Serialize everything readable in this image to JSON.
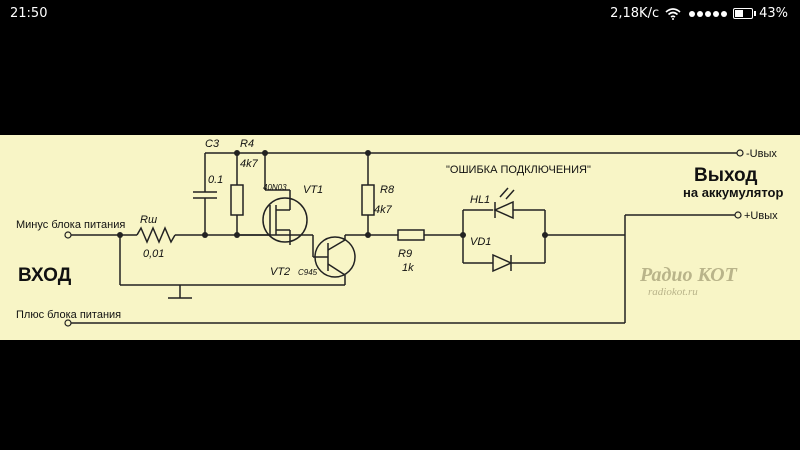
{
  "status_bar": {
    "time": "21:50",
    "speed": "2,18K/c",
    "battery": "43%",
    "battery_level": 0.43,
    "icons": [
      "wifi-icon",
      "signal-dots-icon",
      "battery-icon"
    ]
  },
  "diagram": {
    "labels": {
      "c3": "C3",
      "c3_val": "0.1",
      "r4": "R4",
      "r4_val": "4k7",
      "mosfet_part": "40N03",
      "vt1": "VT1",
      "r8": "R8",
      "r8_val": "4k7",
      "rsh": "Rш",
      "rsh_val": "0,01",
      "vt2": "VT2",
      "vt2_part": "C945",
      "r9": "R9",
      "r9_val": "1k",
      "hl1": "HL1",
      "vd1": "VD1",
      "error_label": "\"ОШИБКА ПОДКЛЮЧЕНИЯ\"",
      "minus_input": "Минус блока питания",
      "plus_input": "Плюс блока питания",
      "input_title": "ВХОД",
      "output_title": "Выход",
      "output_sub": "на аккумулятор",
      "minus_out": "-Uвых",
      "plus_out": "+Uвых",
      "logo_main": "Радио КОТ",
      "logo_url": "radiokot.ru"
    }
  }
}
